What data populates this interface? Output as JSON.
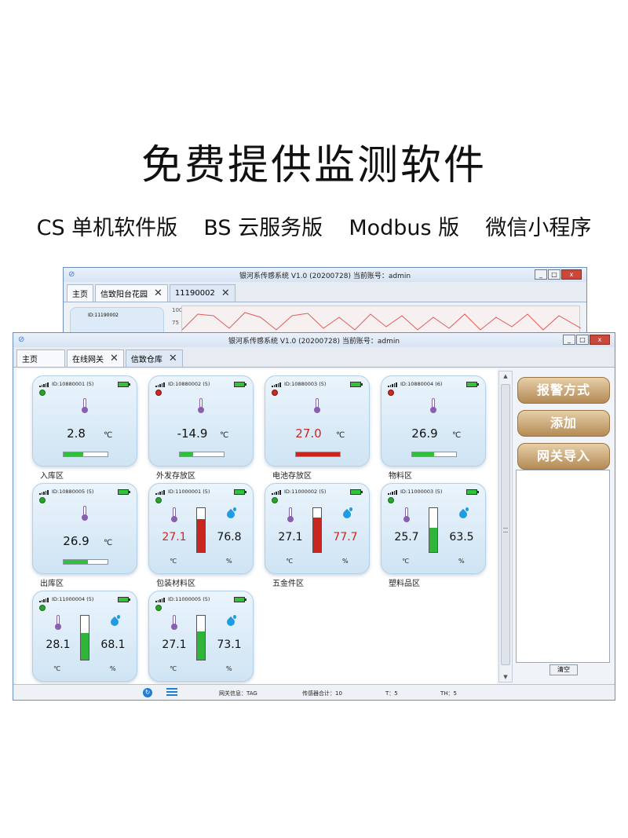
{
  "promo": {
    "headline": "免费提供监测软件",
    "versions": [
      "CS 单机软件版",
      "BS 云服务版",
      "Modbus 版",
      "微信小程序"
    ]
  },
  "back_window": {
    "title": "银河系传感系统 V1.0 (20200728)    当前账号：admin",
    "tabs": [
      {
        "label": "主页",
        "closable": false
      },
      {
        "label": "信致阳台花园",
        "closable": true
      },
      {
        "label": "11190002",
        "closable": true
      }
    ],
    "card_id": "ID:11190002",
    "axis": [
      "100",
      "75"
    ]
  },
  "main_window": {
    "title": "银河系传感系统 V1.0 (20200728)    当前账号：admin",
    "controls": {
      "minimize": "_",
      "maximize": "□",
      "close": "x"
    },
    "tabs": [
      {
        "label": "主页",
        "closable": false
      },
      {
        "label": "在线网关",
        "closable": true
      },
      {
        "label": "信致仓库",
        "closable": true
      }
    ],
    "side_buttons": [
      "报警方式",
      "添加",
      "网关导入"
    ],
    "clear_label": "清空",
    "status": {
      "gateway": "网关信息：TAG",
      "sensors": "传感器合计：10",
      "t": "T：5",
      "th": "TH：5"
    }
  },
  "cards": [
    {
      "id": "ID:10880001 (5)",
      "type": "T",
      "status": "ok",
      "temp": "2.8",
      "temp_alarm": false,
      "level": 0.45,
      "name": "入库区"
    },
    {
      "id": "ID:10880002 (5)",
      "type": "T",
      "status": "alarm",
      "temp": "-14.9",
      "temp_alarm": false,
      "level": 0.3,
      "name": "外发存放区"
    },
    {
      "id": "ID:10880003 (5)",
      "type": "T",
      "status": "alarm",
      "temp": "27.0",
      "temp_alarm": true,
      "level": 1.0,
      "name": "电池存放区"
    },
    {
      "id": "ID:10880004 (6)",
      "type": "T",
      "status": "alarm",
      "temp": "26.9",
      "temp_alarm": false,
      "level": 0.5,
      "name": "物料区"
    },
    {
      "id": "ID:10880005 (5)",
      "type": "T",
      "status": "ok",
      "temp": "26.9",
      "temp_alarm": false,
      "level": 0.55,
      "name": "出库区"
    },
    {
      "id": "ID:11000001 (5)",
      "type": "TH",
      "status": "ok",
      "temp": "27.1",
      "temp_alarm": true,
      "hum": "76.8",
      "hum_alarm": false,
      "level": 0.75,
      "bar_alarm": true,
      "name": "包装材料区"
    },
    {
      "id": "ID:11000002 (5)",
      "type": "TH",
      "status": "ok",
      "temp": "27.1",
      "temp_alarm": false,
      "hum": "77.7",
      "hum_alarm": true,
      "level": 0.78,
      "bar_alarm": true,
      "name": "五金件区"
    },
    {
      "id": "ID:11000003 (5)",
      "type": "TH",
      "status": "ok",
      "temp": "25.7",
      "temp_alarm": false,
      "hum": "63.5",
      "hum_alarm": false,
      "level": 0.55,
      "bar_alarm": false,
      "name": "塑料品区"
    },
    {
      "id": "ID:11000004 (5)",
      "type": "TH",
      "status": "ok",
      "temp": "28.1",
      "temp_alarm": false,
      "hum": "68.1",
      "hum_alarm": false,
      "level": 0.6,
      "bar_alarm": false,
      "name": ""
    },
    {
      "id": "ID:11000005 (5)",
      "type": "TH",
      "status": "ok",
      "temp": "27.1",
      "temp_alarm": false,
      "hum": "73.1",
      "hum_alarm": false,
      "level": 0.65,
      "bar_alarm": false,
      "name": ""
    }
  ],
  "units": {
    "temp": "℃",
    "hum": "%"
  }
}
